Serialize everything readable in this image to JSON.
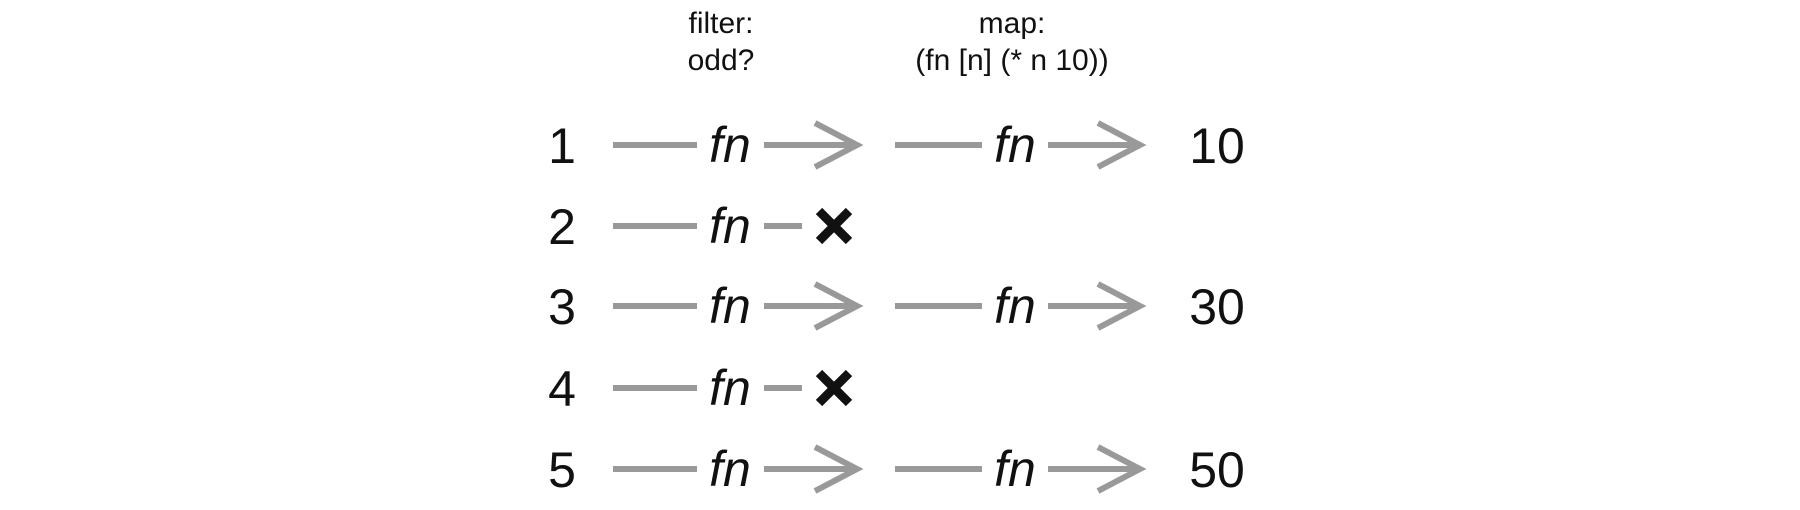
{
  "headers": {
    "filter": {
      "line1": "filter:",
      "line2": "odd?"
    },
    "map": {
      "line1": "map:",
      "line2": "(fn [n] (* n 10))"
    }
  },
  "fn_label": "fn",
  "rows": [
    {
      "input": "1",
      "passes": true,
      "output": "10"
    },
    {
      "input": "2",
      "passes": false,
      "output": ""
    },
    {
      "input": "3",
      "passes": true,
      "output": "30"
    },
    {
      "input": "4",
      "passes": false,
      "output": ""
    },
    {
      "input": "5",
      "passes": true,
      "output": "50"
    }
  ],
  "colors": {
    "arrow": "#999999",
    "text": "#111111",
    "reject_mark": "#111111"
  }
}
